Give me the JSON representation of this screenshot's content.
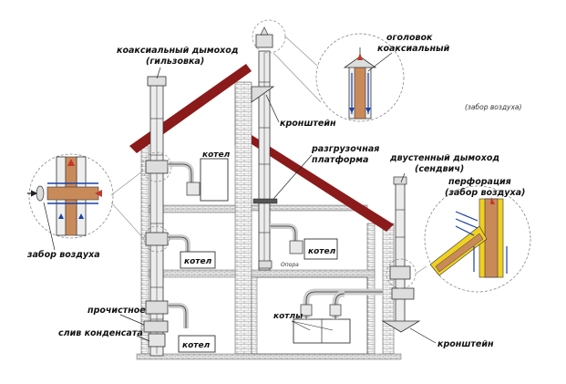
{
  "labels": {
    "coaxial_chimney_1": "коаксиальный дымоход",
    "coaxial_chimney_2": "(гильзовка)",
    "coaxial_cap_1": "оголовок",
    "coaxial_cap_2": "коаксиальный",
    "air_intake_note": "(забор воздуха)",
    "bracket_top": "кронштейн",
    "unloading_platform_1": "разгрузочная",
    "unloading_platform_2": "платформа",
    "boiler_top": "котел",
    "double_wall_1": "двустенный дымоход",
    "double_wall_2": "(сендвич)",
    "perforation_1": "перфорация",
    "perforation_2": "(забор воздуха)",
    "boiler_mid_left": "котел",
    "boiler_mid_right": "котел",
    "support": "Опора",
    "air_intake_left": "забор воздуха",
    "cleanout": "прочистное",
    "condensate_drain": "слив конденсата",
    "boilers": "котлы",
    "boiler_bottom_left": "котел",
    "bracket_bottom": "кронштейн"
  },
  "colors": {
    "roof": "#8b1a1a",
    "wall_line": "#555555",
    "brick": "#b9b9b9",
    "pipe": "#e8e8e8",
    "pipe_outline": "#333333",
    "inner_flue": "#c98a5a",
    "air_arrow": "#1a3fa8",
    "flue_arrow": "#c0392b",
    "yellow": "#f0d020"
  }
}
